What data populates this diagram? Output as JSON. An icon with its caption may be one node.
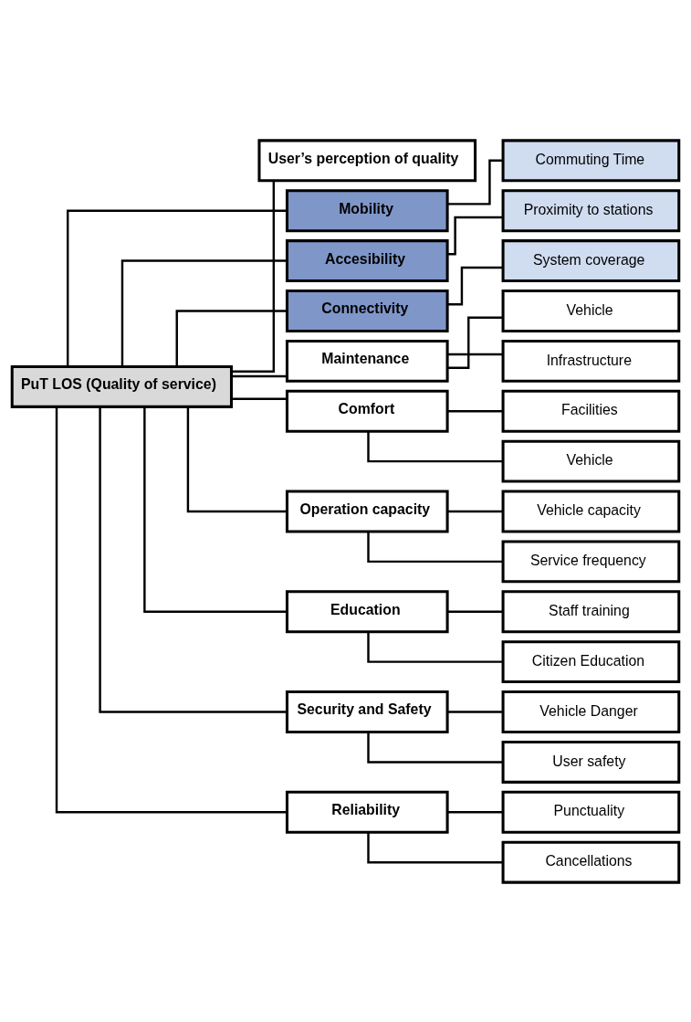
{
  "diagram": {
    "nodes": [
      {
        "text": [
          "PuT LOS (Quality of service)"
        ]
      },
      {
        "text": [
          "User’s perception of quality"
        ]
      },
      {
        "text": [
          "Mobility"
        ]
      },
      {
        "text": [
          "Commuting Time"
        ]
      },
      {
        "text": [
          "Accesibility"
        ]
      },
      {
        "text": [
          "Proximity to stations"
        ]
      },
      {
        "text": [
          "Connectivity"
        ]
      },
      {
        "text": [
          "System coverage"
        ]
      },
      {
        "text": [
          "Maintenance"
        ]
      },
      {
        "text": [
          "Vehicle"
        ]
      },
      {
        "text": [
          "Infrastructure"
        ]
      },
      {
        "text": [
          "Comfort"
        ]
      },
      {
        "text": [
          "Facilities"
        ]
      },
      {
        "text": [
          "Vehicle"
        ]
      },
      {
        "text": [
          "Operation capacity"
        ]
      },
      {
        "text": [
          "Vehicle capacity"
        ]
      },
      {
        "text": [
          "Service frequency"
        ]
      },
      {
        "text": [
          "Education"
        ]
      },
      {
        "text": [
          "Staff training"
        ]
      },
      {
        "text": [
          "Citizen Education"
        ]
      },
      {
        "text": [
          "Security and Safety"
        ]
      },
      {
        "text": [
          "Vehicle Danger"
        ]
      },
      {
        "text": [
          "User safety"
        ]
      },
      {
        "text": [
          "Reliability"
        ]
      },
      {
        "text": [
          "Punctuality"
        ]
      },
      {
        "text": [
          "Cancellations"
        ]
      }
    ],
    "edges": [
      {
        "from": 0,
        "to": 1,
        "arrow": "none"
      },
      {
        "from": 0,
        "to": 2,
        "arrow": "none"
      },
      {
        "from": 2,
        "to": 3,
        "arrow": "none"
      },
      {
        "from": 0,
        "to": 4,
        "arrow": "none"
      },
      {
        "from": 4,
        "to": 5,
        "arrow": "none"
      },
      {
        "from": 0,
        "to": 6,
        "arrow": "none"
      },
      {
        "from": 6,
        "to": 7,
        "arrow": "none"
      },
      {
        "from": 0,
        "to": 8,
        "arrow": "none"
      },
      {
        "from": 8,
        "to": 9,
        "arrow": "none"
      },
      {
        "from": 8,
        "to": 10,
        "arrow": "none"
      },
      {
        "from": 0,
        "to": 11,
        "arrow": "none"
      },
      {
        "from": 11,
        "to": 12,
        "arrow": "none"
      },
      {
        "from": 11,
        "to": 13,
        "arrow": "none"
      },
      {
        "from": 0,
        "to": 14,
        "arrow": "none"
      },
      {
        "from": 14,
        "to": 15,
        "arrow": "none"
      },
      {
        "from": 14,
        "to": 16,
        "arrow": "none"
      },
      {
        "from": 0,
        "to": 17,
        "arrow": "none"
      },
      {
        "from": 17,
        "to": 18,
        "arrow": "none"
      },
      {
        "from": 17,
        "to": 19,
        "arrow": "none"
      },
      {
        "from": 0,
        "to": 20,
        "arrow": "none"
      },
      {
        "from": 20,
        "to": 21,
        "arrow": "none"
      },
      {
        "from": 20,
        "to": 22,
        "arrow": "none"
      },
      {
        "from": 0,
        "to": 23,
        "arrow": "none"
      },
      {
        "from": 23,
        "to": 24,
        "arrow": "none"
      },
      {
        "from": 23,
        "to": 25,
        "arrow": "none"
      }
    ]
  }
}
